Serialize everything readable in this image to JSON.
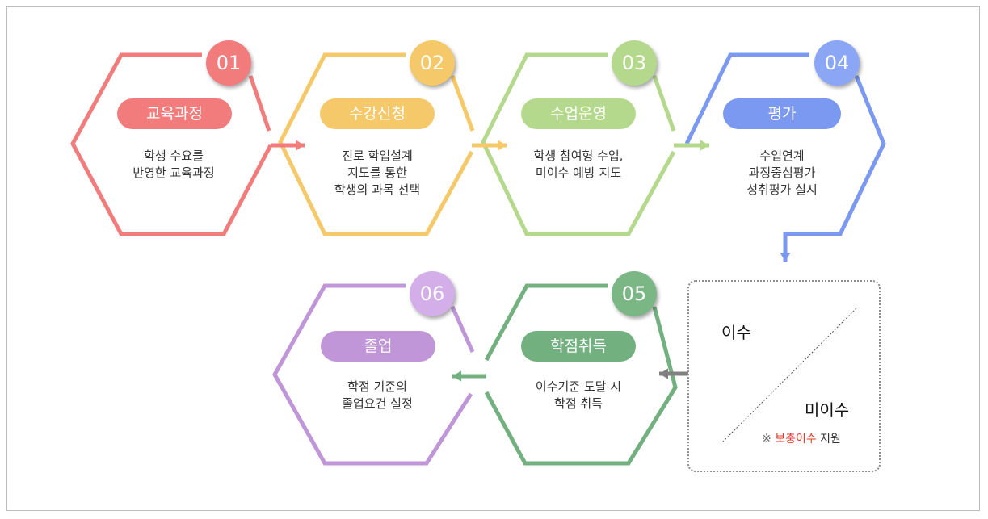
{
  "steps": [
    {
      "num": "01",
      "title": "교육과정",
      "lines": [
        "학생 수요를",
        "반영한 교육과정"
      ],
      "color": "#f27c7c",
      "num_color": "#f27c7c"
    },
    {
      "num": "02",
      "title": "수강신청",
      "lines": [
        "진로 학업설계",
        "지도를 통한",
        "학생의 과목 선택"
      ],
      "color": "#f5c86a",
      "num_color": "#f5c86a"
    },
    {
      "num": "03",
      "title": "수업운영",
      "lines": [
        "학생 참여형 수업,",
        "미이수 예방 지도"
      ],
      "color": "#b5d98c",
      "num_color": "#b5d98c"
    },
    {
      "num": "04",
      "title": "평가",
      "lines": [
        "수업연계",
        "과정중심평가",
        "성취평가 실시"
      ],
      "color": "#7c99f2",
      "num_color": "#8aa6f5"
    },
    {
      "num": "05",
      "title": "학점취득",
      "lines": [
        "이수기준 도달 시",
        "학점 취득"
      ],
      "color": "#73b07f",
      "num_color": "#7ab785"
    },
    {
      "num": "06",
      "title": "졸업",
      "lines": [
        "학점 기준의",
        "졸업요건 설정"
      ],
      "color": "#c096d9",
      "num_color": "#d3aee9"
    }
  ],
  "outcome": {
    "pass": "이수",
    "fail": "미이수",
    "note_prefix": "※ ",
    "note_highlight": "보충이수",
    "note_suffix": " 지원"
  },
  "colors": {
    "arrow_gray": "#808080",
    "highlight_red": "#e63c2f"
  }
}
